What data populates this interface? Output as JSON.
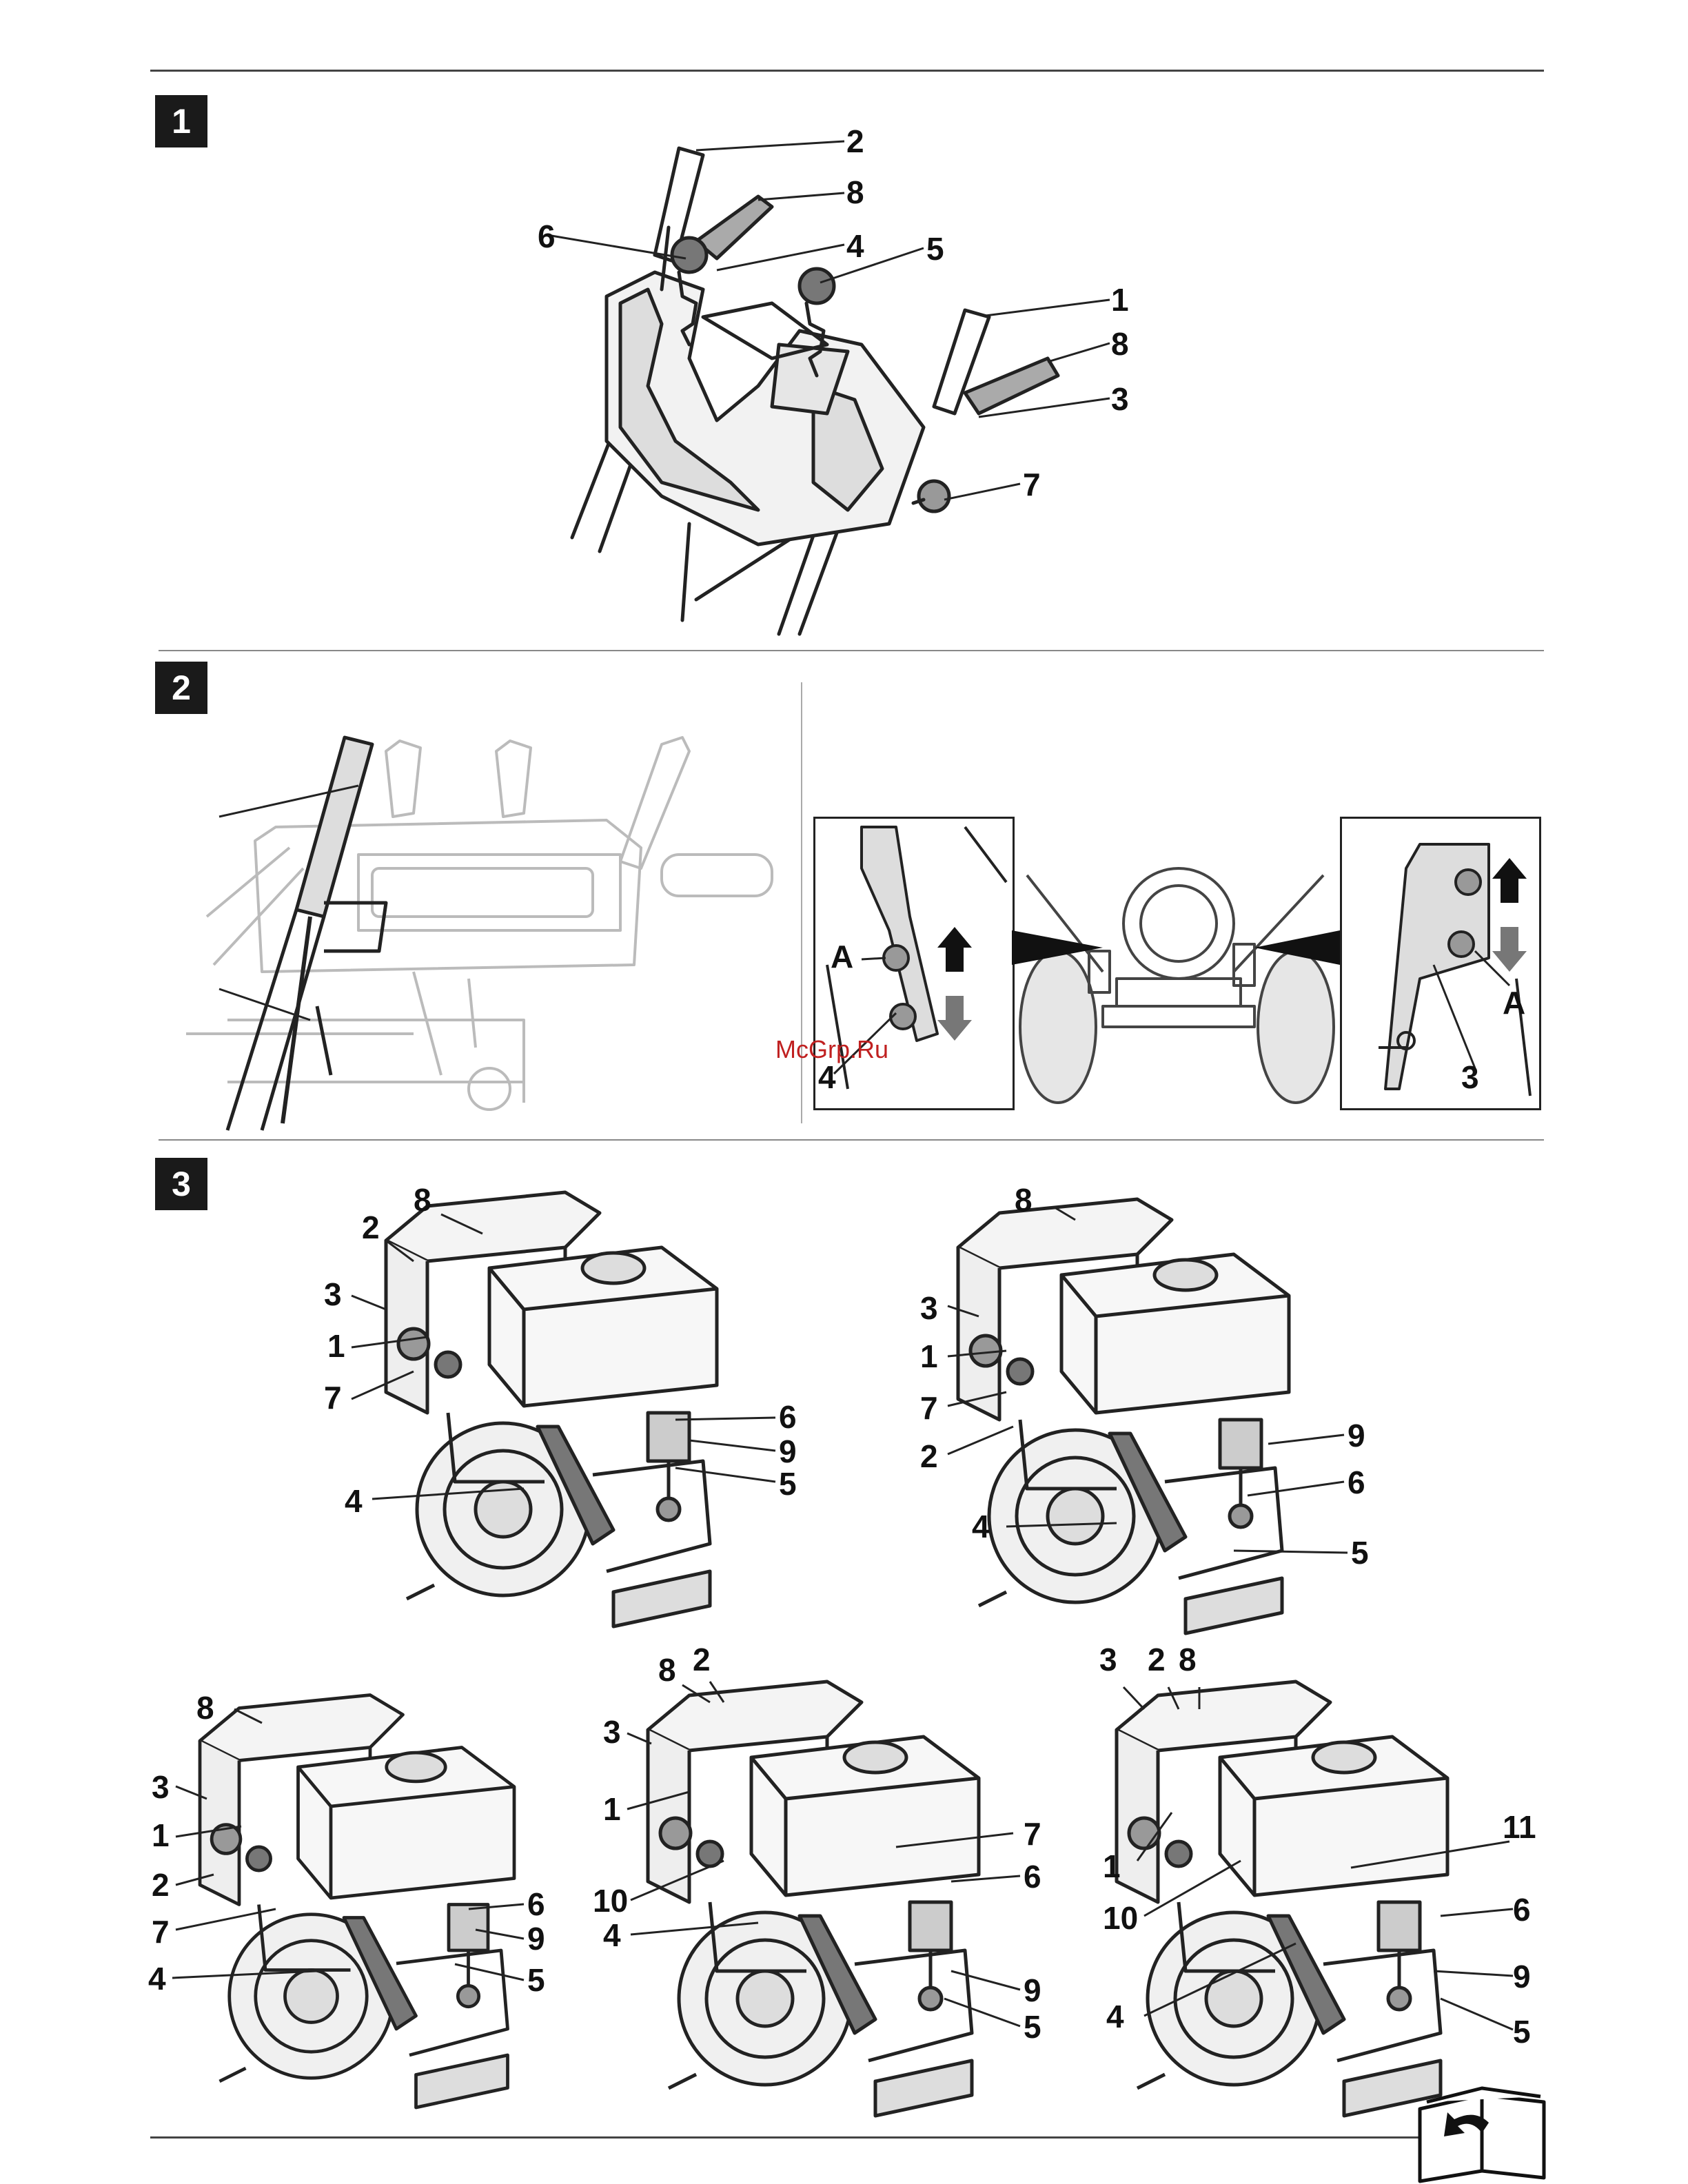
{
  "sections": [
    {
      "number": "1"
    },
    {
      "number": "2"
    },
    {
      "number": "3"
    }
  ],
  "figure1_labels": [
    "2",
    "8",
    "6",
    "4",
    "5",
    "1",
    "8",
    "3",
    "7"
  ],
  "figure2_labels": {
    "A_left": "A",
    "n4": "4",
    "A_right": "A",
    "n3": "3"
  },
  "watermark": "McGrp.Ru",
  "figure3_engines": [
    {
      "labels": [
        "8",
        "2",
        "3",
        "1",
        "7",
        "6",
        "9",
        "5",
        "4"
      ]
    },
    {
      "labels": [
        "8",
        "3",
        "1",
        "7",
        "2",
        "9",
        "6",
        "4",
        "5"
      ]
    },
    {
      "labels": [
        "8",
        "3",
        "1",
        "2",
        "7",
        "6",
        "9",
        "4",
        "5"
      ]
    },
    {
      "labels": [
        "8",
        "2",
        "3",
        "1",
        "7",
        "6",
        "10",
        "4",
        "9",
        "5"
      ]
    },
    {
      "labels": [
        "3",
        "2",
        "8",
        "11",
        "1",
        "6",
        "10",
        "9",
        "4",
        "5"
      ]
    }
  ],
  "icons": {
    "back": "return-arrow-book-icon"
  }
}
